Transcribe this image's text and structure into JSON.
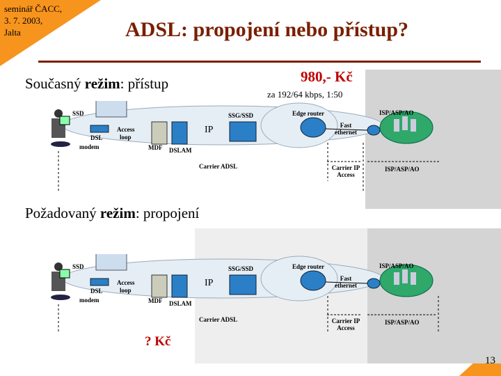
{
  "header": {
    "meta_lines": [
      "seminář ČACC,",
      "3. 7. 2003,",
      "Jalta"
    ],
    "title": "ADSL: propojení nebo přístup?",
    "page_number": "13"
  },
  "current": {
    "heading_prefix": "Současný ",
    "heading_bold": "režim",
    "heading_suffix": ": přístup",
    "price": "980,- Kč",
    "price_note": "za 192/64 kbps, 1:50"
  },
  "desired": {
    "heading_prefix": "Požadovaný ",
    "heading_bold": "režim",
    "heading_suffix": ": propojení",
    "price": "? Kč"
  },
  "diagram_labels": {
    "ssd": "SSD",
    "dsl_modem_1": "DSL",
    "dsl_modem_2": "modem",
    "access_loop_1": "Access",
    "access_loop_2": "loop",
    "mdf": "MDF",
    "dslam": "DSLAM",
    "ssg": "SSG/SSD",
    "ip": "IP",
    "edge_router": "Edge router",
    "fast_ethernet_1": "Fast",
    "fast_ethernet_2": "ethernet",
    "isp_top": "ISP/ASP/AO",
    "carrier_adsl": "Carrier ADSL",
    "carrier_ip_1": "Carrier IP",
    "carrier_ip_2": "Access",
    "isp_bottom": "ISP/ASP/AO"
  }
}
